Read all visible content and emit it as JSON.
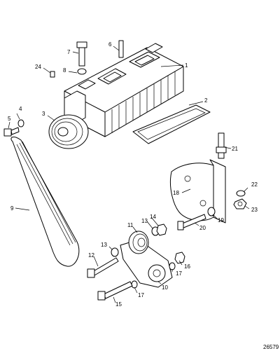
{
  "callouts": {
    "c1": "1",
    "c2": "2",
    "c3": "3",
    "c4": "4",
    "c5": "5",
    "c6": "6",
    "c7": "7",
    "c8": "8",
    "c9": "9",
    "c10": "10",
    "c11": "11",
    "c12": "12",
    "c13a": "13",
    "c13b": "13",
    "c14": "14",
    "c15": "15",
    "c16": "16",
    "c17a": "17",
    "c17b": "17",
    "c18": "18",
    "c19": "19",
    "c20": "20",
    "c21": "21",
    "c22": "22",
    "c23": "23",
    "c24": "24"
  },
  "reference_number": "26579"
}
